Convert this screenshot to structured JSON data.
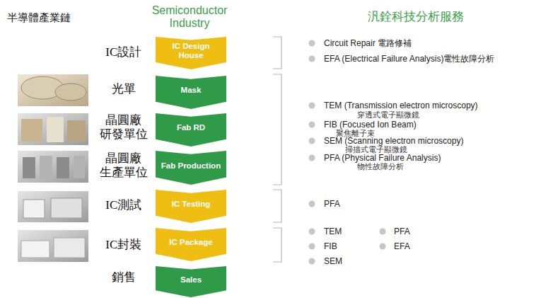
{
  "diagram": {
    "title": "Semiconductor Industry",
    "nodes": [
      {
        "text": [
          "IC Design House"
        ]
      },
      {
        "text": [
          "Mask"
        ]
      },
      {
        "text": [
          "Fab RD"
        ]
      },
      {
        "text": [
          "Fab Production"
        ]
      },
      {
        "text": [
          "IC Testing"
        ]
      },
      {
        "text": [
          "IC Package"
        ]
      },
      {
        "text": [
          "Sales"
        ]
      }
    ],
    "labels": [
      "半導體產業鏈",
      "汎銓科技分析服務",
      "IC設計",
      "光單",
      "晶圓廠 研發單位",
      "晶圓廠 生產單位",
      "IC測試",
      "IC封裝",
      "銷售",
      "Circuit Repair 電路修補",
      "EFA (Electrical Failure Analysis)電性故障分析",
      "TEM (Transmission electron microscopy)",
      "穿透式電子顯微鏡",
      "FIB (Focused Ion Beam)",
      "聚焦離子束",
      "SEM (Scanning electron microscopy)",
      "掃描式電子顯微鏡",
      "PFA (Physical Failure Analysis)",
      "物性故障分析",
      "PFA",
      "TEM",
      "PFA",
      "FIB",
      "EFA",
      "SEM"
    ]
  }
}
